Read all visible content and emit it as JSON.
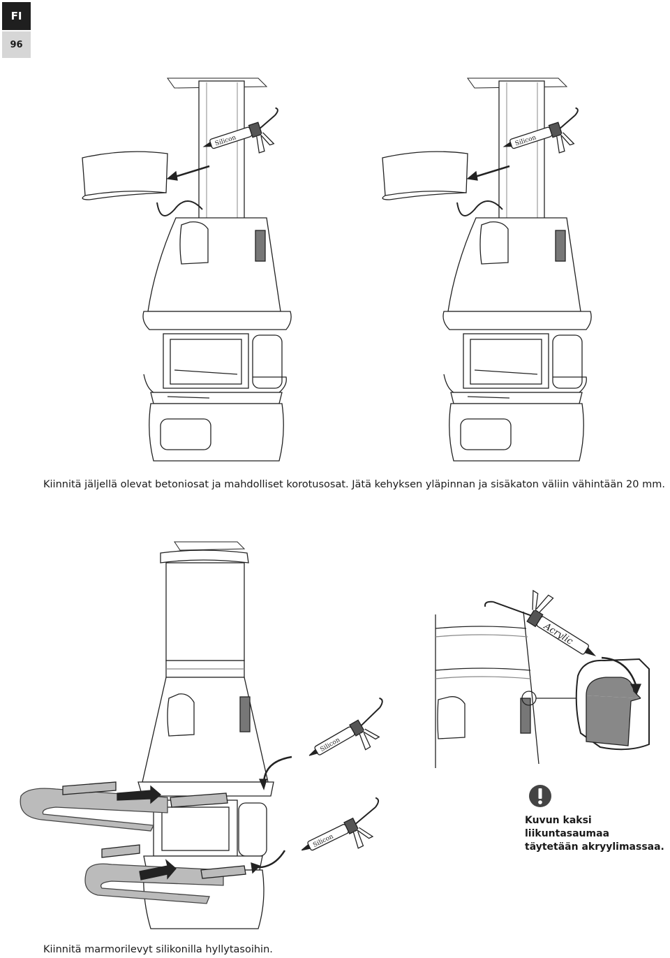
{
  "header": {
    "language": "FI",
    "page_number": "96"
  },
  "captions": {
    "top": "Kiinnitä jäljellä olevat betoniosat ja mahdolliset korotusosat. Jätä kehyksen yläpinnan ja sisäkaton väliin vähintään 20 mm.",
    "bottom": "Kiinnitä marmorilevyt silikonilla hyllytasoihin."
  },
  "labels": {
    "silicon": "Silicon",
    "acrylic": "Acrylic"
  },
  "warning": {
    "icon": "exclamation-icon",
    "line1": "Kuvun kaksi liikuntasaumaa",
    "line2": "täytetään akryylimassaa."
  }
}
